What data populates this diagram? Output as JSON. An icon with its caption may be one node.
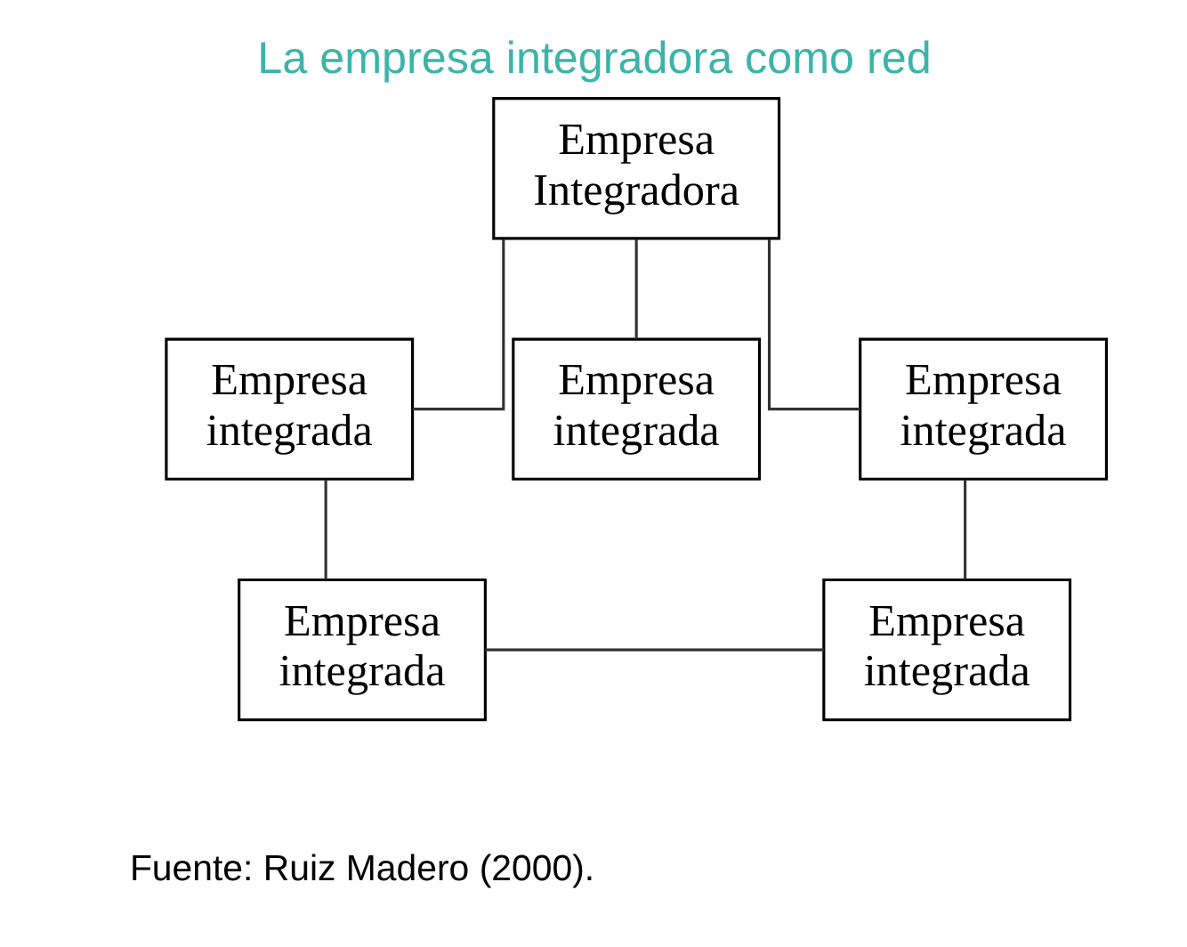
{
  "diagram": {
    "title": "La empresa integradora como red",
    "caption": "Fuente: Ruiz Madero (2000).",
    "nodes": [
      {
        "text": [
          "Empresa Integradora"
        ]
      },
      {
        "text": [
          "Empresa integrada"
        ]
      },
      {
        "text": [
          "Empresa integrada"
        ]
      },
      {
        "text": [
          "Empresa integrada"
        ]
      },
      {
        "text": [
          "Empresa integrada"
        ]
      },
      {
        "text": [
          "Empresa integrada"
        ]
      }
    ],
    "edges": [
      {
        "from": 0,
        "to": 1,
        "arrow": "none"
      },
      {
        "from": 0,
        "to": 2,
        "arrow": "none"
      },
      {
        "from": 0,
        "to": 3,
        "arrow": "none"
      },
      {
        "from": 1,
        "to": 4,
        "arrow": "none"
      },
      {
        "from": 3,
        "to": 5,
        "arrow": "none"
      },
      {
        "from": 4,
        "to": 5,
        "arrow": "none"
      }
    ]
  }
}
